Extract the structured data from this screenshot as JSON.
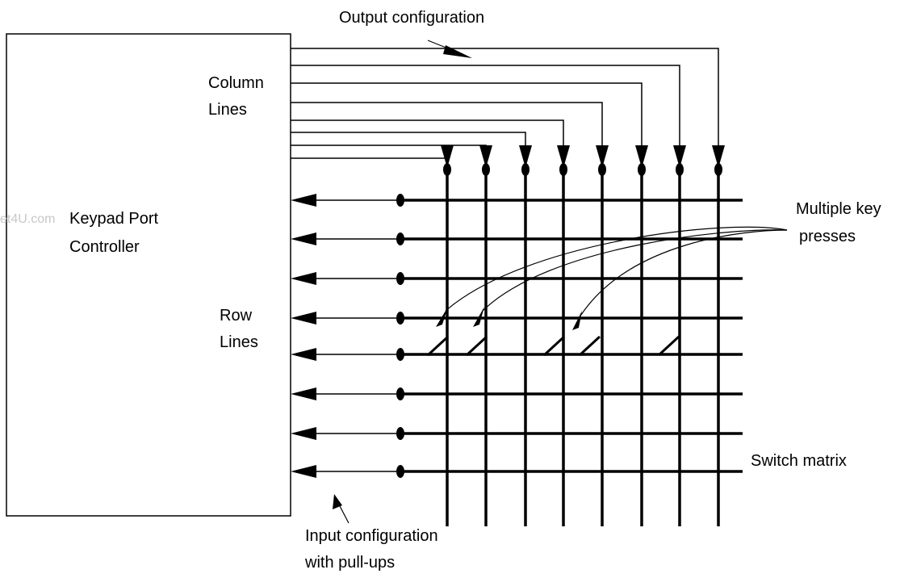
{
  "labels": {
    "output_configuration": "Output configuration",
    "column_lines_1": "Column",
    "column_lines_2": "Lines",
    "keypad_1": "Keypad Port",
    "keypad_2": "Controller",
    "row_lines_1": "Row",
    "row_lines_2": "Lines",
    "multiple_key_1": "Multiple key",
    "multiple_key_2": "presses",
    "switch_matrix": "Switch matrix",
    "input_config_1": "Input configuration",
    "input_config_2": "with pull-ups"
  },
  "watermark": "et4U.com",
  "colors": {
    "line": "#000000",
    "background": "#ffffff",
    "watermark": "#c8c8c8"
  }
}
